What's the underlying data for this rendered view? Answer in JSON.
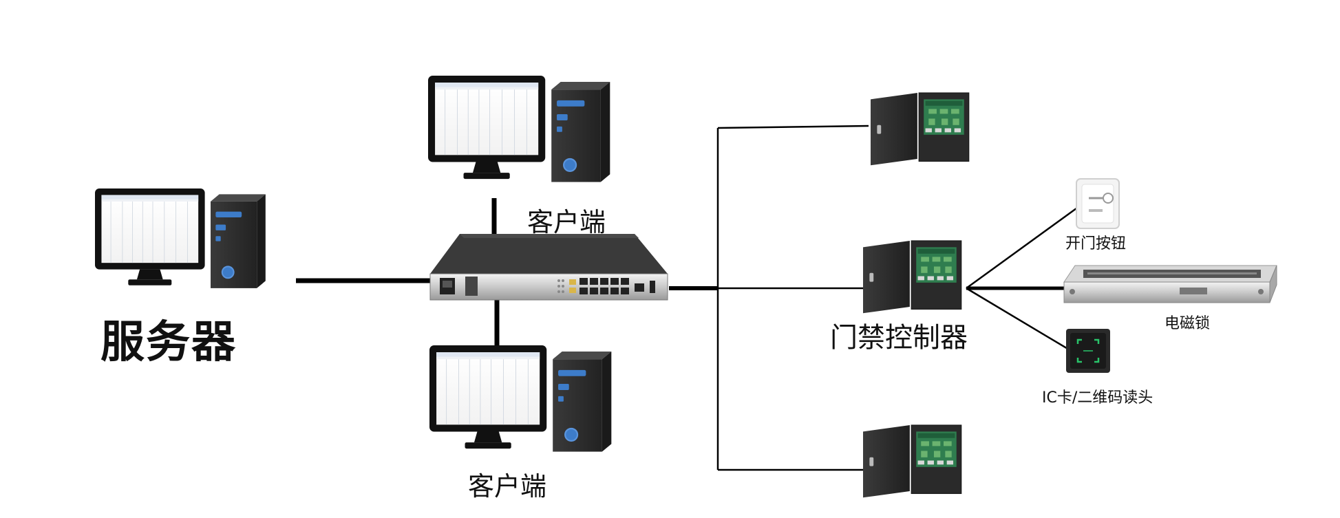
{
  "labels": {
    "server": "服务器",
    "client_top": "客户端",
    "client_bottom": "客户端",
    "controller": "门禁控制器",
    "exit_button": "开门按钮",
    "maglock": "电磁锁",
    "reader": "IC卡/二维码读头"
  },
  "icons": {
    "server": "desktop-tower-icon",
    "client": "desktop-tower-icon",
    "switch": "network-switch-icon",
    "controller": "access-control-cabinet-icon",
    "exit_button": "push-button-icon",
    "maglock": "electromagnetic-lock-icon",
    "reader": "qr-card-reader-icon"
  },
  "colors": {
    "line": "#000000",
    "device_dark": "#2b2b2b",
    "accent_blue": "#3d7cc9",
    "pcb_green": "#2f7d4f",
    "reader_green": "#29c46a"
  }
}
